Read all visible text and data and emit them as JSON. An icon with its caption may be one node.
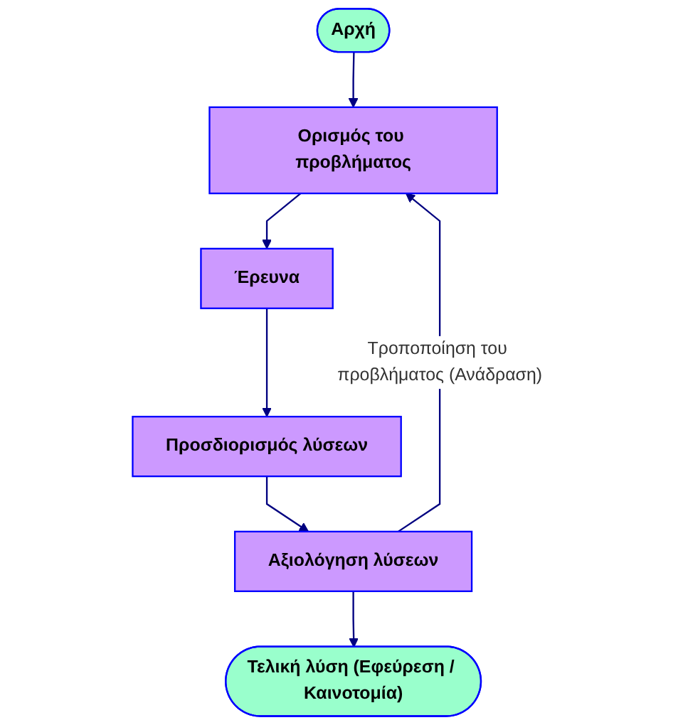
{
  "diagram": {
    "nodes": [
      {
        "text": [
          "Αρχή"
        ]
      },
      {
        "text": [
          "Ορισμός του προβλήματος"
        ]
      },
      {
        "text": [
          "Έρευνα"
        ]
      },
      {
        "text": [
          "Προσδιορισμός λύσεων"
        ]
      },
      {
        "text": [
          "Αξιολόγηση λύσεων"
        ]
      },
      {
        "text": [
          "Τελική λύση (Εφεύρεση / Καινοτομία)"
        ]
      }
    ],
    "edges": [
      {
        "from": 0,
        "to": 1,
        "arrow": "to"
      },
      {
        "from": 1,
        "to": 2,
        "arrow": "to"
      },
      {
        "from": 2,
        "to": 3,
        "arrow": "to"
      },
      {
        "from": 3,
        "to": 4,
        "arrow": "to"
      },
      {
        "from": 4,
        "to": 5,
        "arrow": "to"
      },
      {
        "from": 4,
        "to": 1,
        "arrow": "to",
        "label": "Τροποποίηση του προβλήματος (Ανάδραση)"
      }
    ]
  }
}
